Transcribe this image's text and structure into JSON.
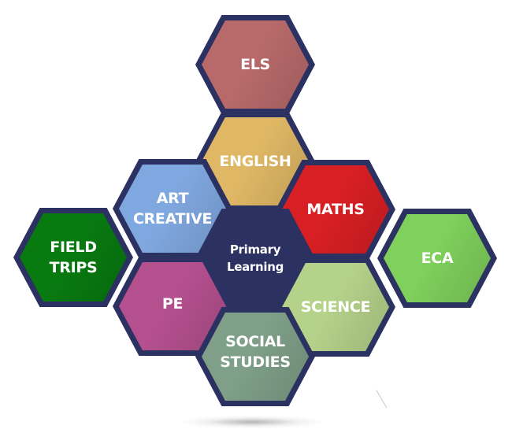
{
  "diagram": {
    "title": "Primary Learning",
    "border_color": "#2b3161",
    "center": {
      "lines": [
        "Primary",
        "Learning"
      ],
      "color": "#2b3161"
    },
    "hexagons": [
      {
        "id": "els",
        "lines": [
          "ELS"
        ],
        "color": "#b86a6a"
      },
      {
        "id": "english",
        "lines": [
          "ENGLISH"
        ],
        "color": "#e0b865"
      },
      {
        "id": "art-creative",
        "lines": [
          "ART",
          "CREATIVE"
        ],
        "color": "#80a8e0"
      },
      {
        "id": "maths",
        "lines": [
          "MATHS"
        ],
        "color": "#d81f24"
      },
      {
        "id": "pe",
        "lines": [
          "PE"
        ],
        "color": "#b5508f"
      },
      {
        "id": "science",
        "lines": [
          "SCIENCE"
        ],
        "color": "#b5d28a"
      },
      {
        "id": "social-studies",
        "lines": [
          "SOCIAL",
          "STUDIES"
        ],
        "color": "#7f9f88"
      },
      {
        "id": "field-trips",
        "lines": [
          "FIELD",
          "TRIPS"
        ],
        "color": "#087a10"
      },
      {
        "id": "eca",
        "lines": [
          "ECA"
        ],
        "color": "#7fd05c"
      }
    ]
  }
}
